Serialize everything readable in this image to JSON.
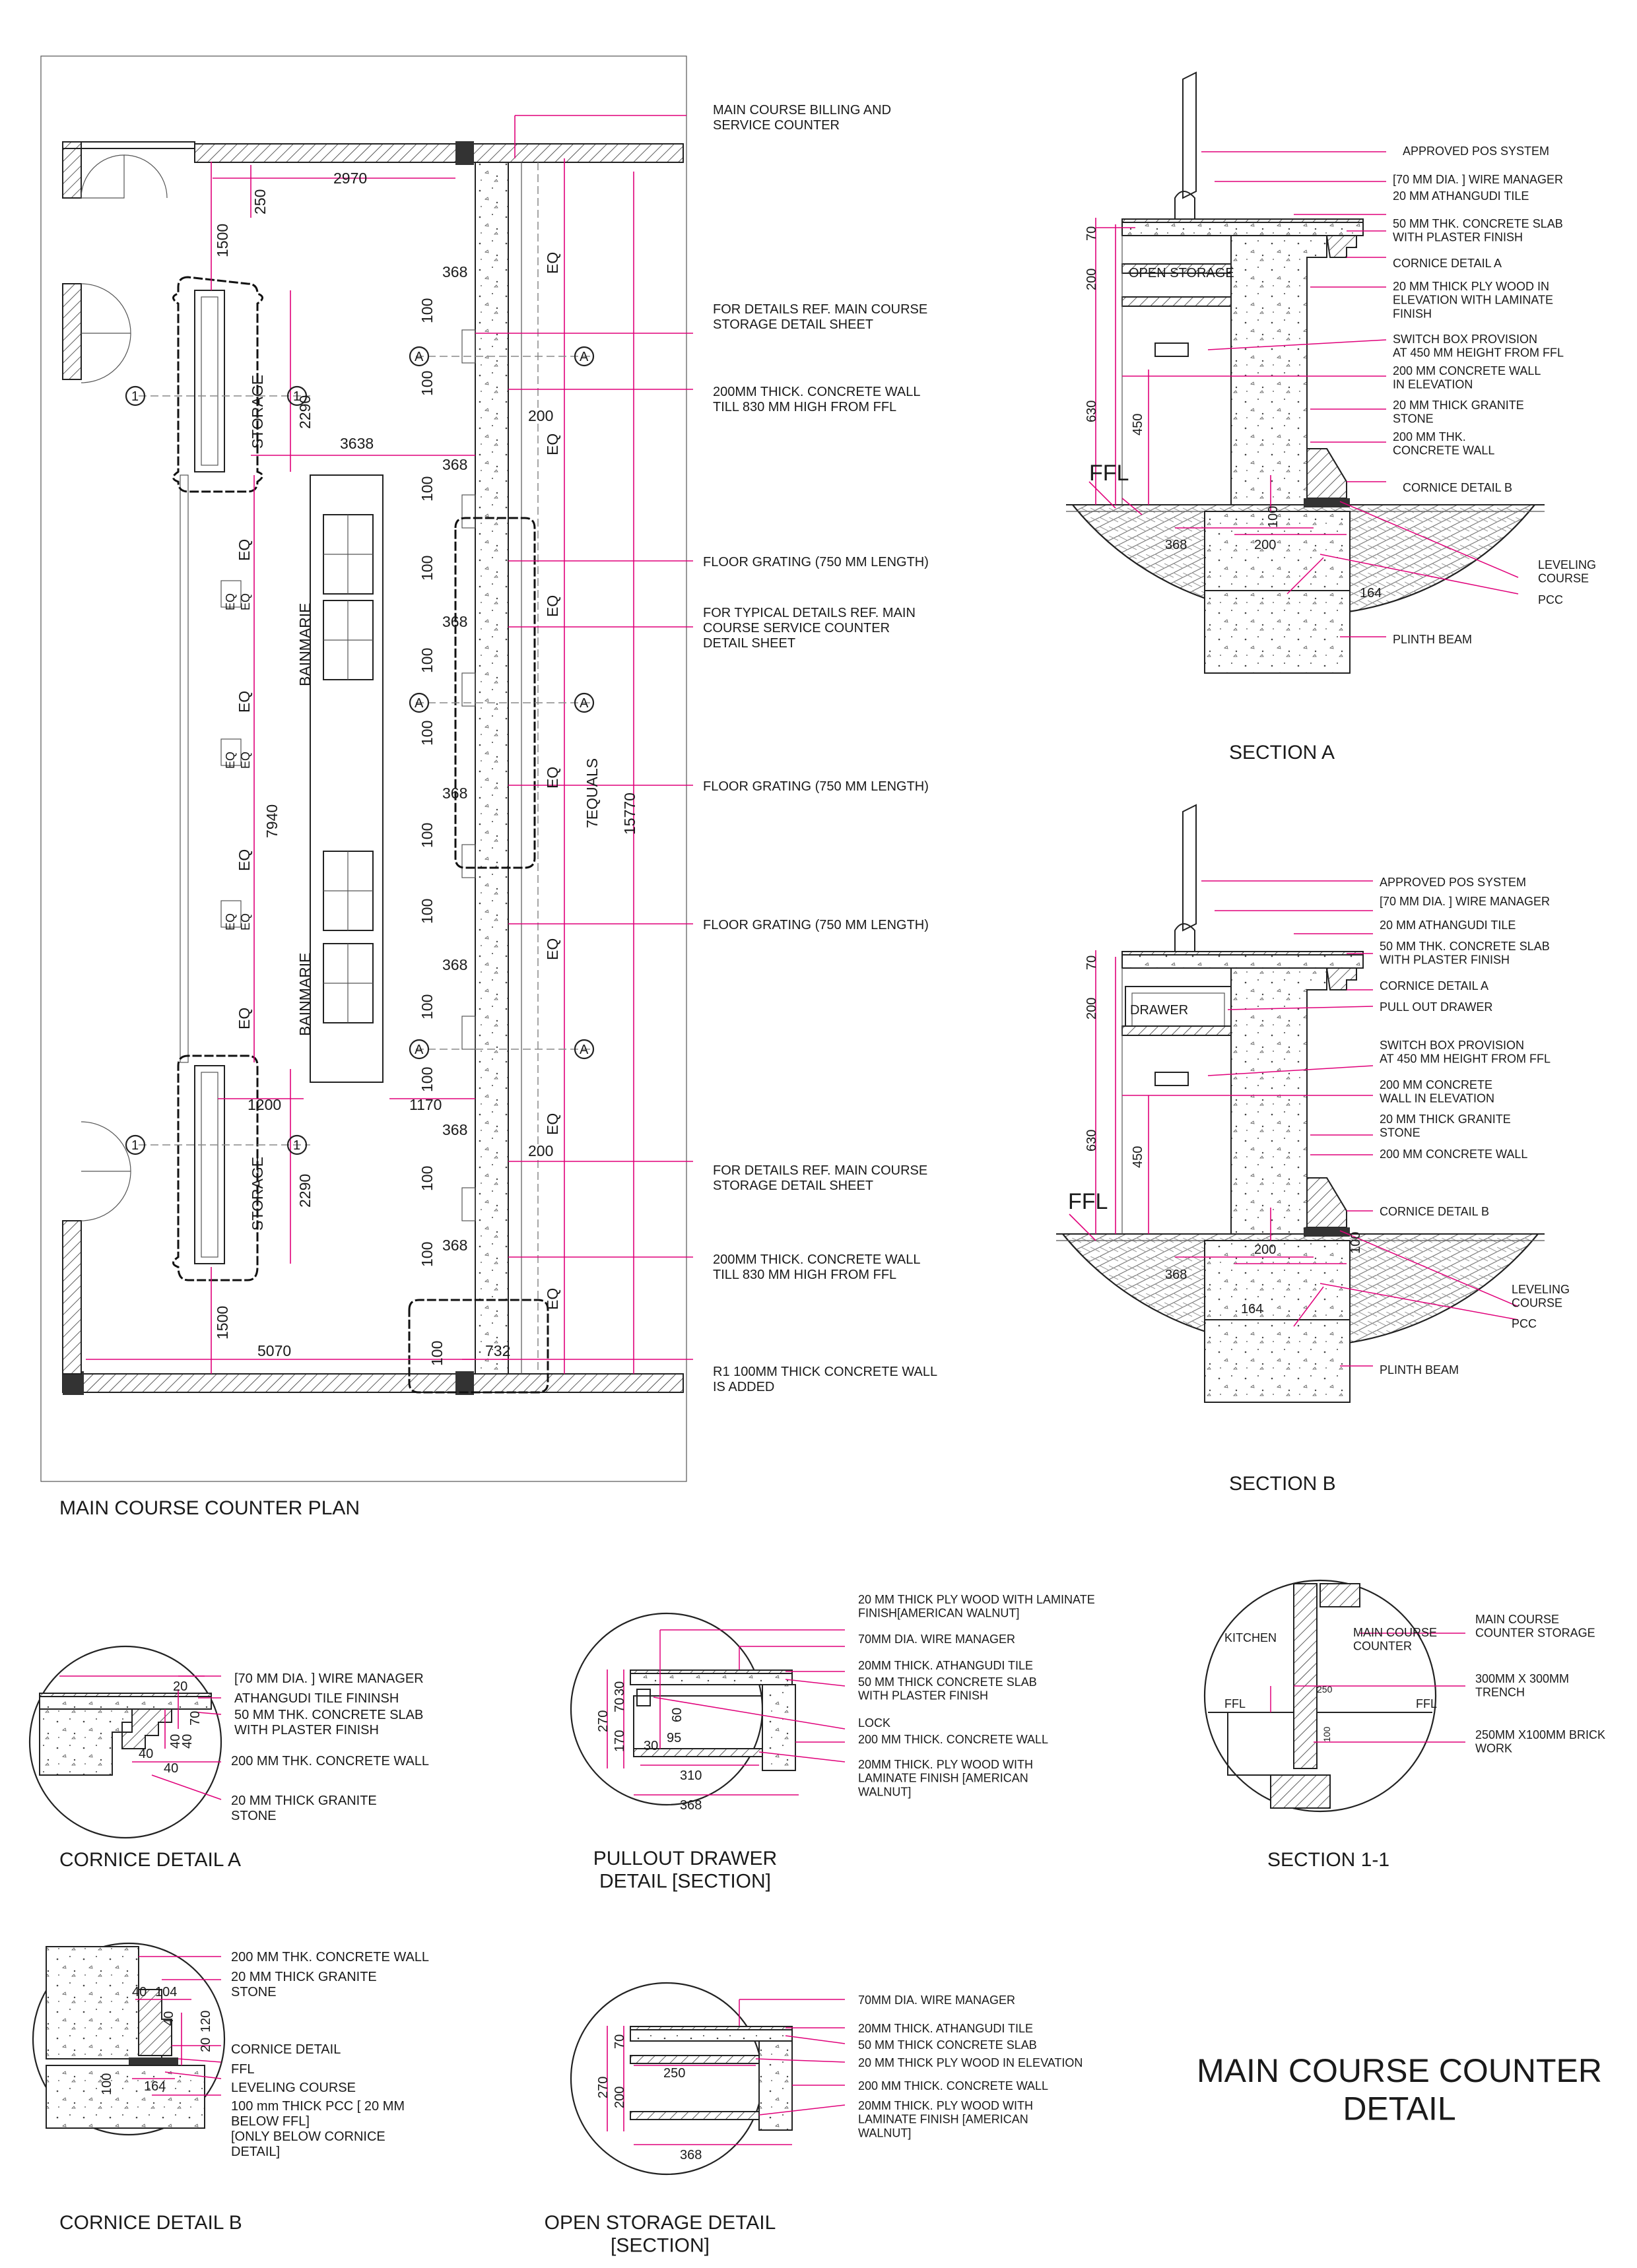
{
  "plan": {
    "title": "MAIN COURSE COUNTER PLAN",
    "notes": [
      "MAIN COURSE BILLING AND\nSERVICE COUNTER",
      "FOR DETAILS REF. MAIN COURSE\nSTORAGE DETAIL SHEET",
      "200MM THICK. CONCRETE WALL\nTILL 830 MM HIGH FROM FFL",
      "FLOOR GRATING (750 MM LENGTH)",
      "FOR  TYPICAL DETAILS REF. MAIN\nCOURSE SERVICE COUNTER\nDETAIL  SHEET",
      "FLOOR GRATING (750 MM LENGTH)",
      "FLOOR GRATING (750 MM LENGTH)",
      "FOR DETAILS REF. MAIN COURSE\nSTORAGE DETAIL SHEET",
      "200MM THICK. CONCRETE WALL\nTILL 830 MM HIGH FROM FFL",
      "R1 100MM THICK CONCRETE WALL\nIS ADDED"
    ],
    "dims": {
      "d250": "250",
      "d2970": "2970",
      "d1500a": "1500",
      "d1500b": "1500",
      "d2290a": "2290",
      "d2290b": "2290",
      "d3638": "3638",
      "d368a": "368",
      "d368b": "368",
      "d368c": "368",
      "d368d": "368",
      "d368e": "368",
      "d368f": "368",
      "d368g": "368",
      "d100": "100",
      "d200a": "200",
      "d200b": "200",
      "d7940": "7940",
      "d7equals": "7EQUALS",
      "d15770": "15770",
      "d1200": "1200",
      "d1170": "1170",
      "d5070": "5070",
      "d732": "732",
      "eq": "EQ"
    },
    "labels": {
      "storage": "STORAGE",
      "bainmarie": "BAINMARIE",
      "axisA": "A",
      "axis1": "1"
    }
  },
  "sectionA": {
    "title": "SECTION A",
    "side_labels": {
      "open_storage": "OPEN STORAGE",
      "ffl": "FFL",
      "d70": "70",
      "d200": "200",
      "d630": "630",
      "d450": "450",
      "d368": "368",
      "d200b": "200",
      "d100": "100",
      "d164": "164"
    },
    "notes": [
      "APPROVED POS SYSTEM",
      "[70 MM DIA. ] WIRE MANAGER",
      "20 MM ATHANGUDI TILE",
      "50 MM THK. CONCRETE SLAB\nWITH PLASTER FINISH",
      "CORNICE DETAIL A",
      "20 MM THICK PLY WOOD IN\nELEVATION WITH LAMINATE\nFINISH",
      "SWITCH BOX PROVISION\nAT 450 MM HEIGHT FROM FFL",
      "200 MM CONCRETE WALL\nIN ELEVATION",
      "20 MM THICK GRANITE\nSTONE",
      "200 MM THK.\nCONCRETE WALL",
      "CORNICE DETAIL B",
      "LEVELING\nCOURSE",
      "PCC",
      "PLINTH BEAM"
    ]
  },
  "sectionB": {
    "title": "SECTION B",
    "side_labels": {
      "drawer": "DRAWER",
      "ffl": "FFL",
      "d70": "70",
      "d200": "200",
      "d630": "630",
      "d450": "450",
      "d368": "368",
      "d200b": "200",
      "d100": "100",
      "d164": "164"
    },
    "notes": [
      "APPROVED POS SYSTEM",
      "[70 MM DIA. ] WIRE MANAGER",
      "20 MM ATHANGUDI TILE",
      "50 MM THK. CONCRETE SLAB\nWITH PLASTER FINISH",
      "CORNICE DETAIL A",
      "PULL OUT DRAWER",
      "SWITCH BOX PROVISION\nAT 450 MM HEIGHT FROM FFL",
      "200 MM CONCRETE\nWALL IN ELEVATION",
      "20 MM THICK GRANITE\nSTONE",
      "200 MM  CONCRETE WALL",
      "CORNICE DETAIL B",
      "LEVELING\nCOURSE",
      "PCC",
      "PLINTH BEAM"
    ]
  },
  "corniceA": {
    "title": "CORNICE DETAIL A",
    "dims": {
      "d20": "20",
      "d70": "70",
      "d40a": "40",
      "d40b": "40",
      "d40c": "40",
      "d40d": "40"
    },
    "notes": [
      "[70 MM DIA. ] WIRE MANAGER",
      "ATHANGUDI TILE FININSH",
      "50 MM THK. CONCRETE SLAB\nWITH PLASTER FINISH",
      "200 MM THK. CONCRETE WALL",
      "20 MM THICK GRANITE\nSTONE"
    ]
  },
  "drawer": {
    "title": "PULLOUT  DRAWER\nDETAIL [SECTION]",
    "dims": {
      "d270": "270",
      "d30": "30",
      "d70": "70",
      "d170": "170",
      "d60": "60",
      "d30b": "30",
      "d95": "95",
      "d310": "310",
      "d368": "368"
    },
    "notes": [
      "20 MM THICK PLY WOOD WITH LAMINATE\nFINISH[AMERICAN WALNUT]",
      "70MM  DIA. WIRE MANAGER",
      "20MM THICK. ATHANGUDI TILE",
      "50 MM THICK CONCRETE SLAB\nWITH PLASTER FINISH",
      "LOCK",
      "200 MM THICK. CONCRETE WALL",
      "20MM THICK. PLY WOOD WITH\nLAMINATE FINISH  [AMERICAN\nWALNUT]"
    ]
  },
  "section11": {
    "title": "SECTION 1-1",
    "labels": {
      "kitchen": "KITCHEN",
      "counter": "MAIN COURSE\nCOUNTER",
      "ffl1": "FFL",
      "ffl2": "FFL",
      "d250": "250",
      "d100": "100"
    },
    "notes": [
      "MAIN COURSE\nCOUNTER STORAGE",
      "300MM X 300MM\nTRENCH",
      "250MM X100MM BRICK\nWORK"
    ]
  },
  "corniceB": {
    "title": "CORNICE DETAIL B",
    "dims": {
      "d40": "40",
      "d104": "104",
      "d40b": "40",
      "d20": "20",
      "d120": "120",
      "d100": "100",
      "d164": "164"
    },
    "notes": [
      "200 MM THK. CONCRETE WALL",
      "20 MM THICK  GRANITE\nSTONE",
      "CORNICE DETAIL",
      "FFL",
      "LEVELING COURSE",
      "100 mm THICK PCC [ 20 MM\nBELOW FFL]\n[ONLY BELOW CORNICE\nDETAIL]"
    ]
  },
  "openStorage": {
    "title": "OPEN    STORAGE    DETAIL\n[SECTION]",
    "dims": {
      "d270": "270",
      "d70": "70",
      "d200": "200",
      "d250": "250",
      "d368": "368"
    },
    "notes": [
      "70MM  DIA. WIRE MANAGER",
      "20MM THICK. ATHANGUDI TILE",
      "50 MM THICK CONCRETE SLAB",
      "20 MM THICK PLY WOOD IN ELEVATION",
      "200 MM THICK. CONCRETE WALL",
      "20MM THICK. PLY WOOD WITH\nLAMINATE FINISH  [AMERICAN\nWALNUT]"
    ]
  },
  "sheet_title": "MAIN COURSE COUNTER\nDETAIL",
  "colors": {
    "dimension": "#e0007a",
    "line": "#222222"
  }
}
